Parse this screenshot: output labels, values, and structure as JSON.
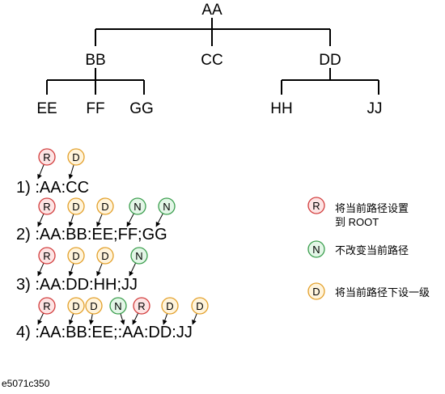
{
  "tree": {
    "root": "AA",
    "level1": [
      "BB",
      "CC",
      "DD"
    ],
    "bb_children": [
      "EE",
      "FF",
      "GG"
    ],
    "dd_children": [
      "HH",
      "JJ"
    ]
  },
  "markers": {
    "R": "R",
    "D": "D",
    "N": "N"
  },
  "commands": [
    {
      "text": "1) :AA:CC"
    },
    {
      "text": "2) :AA:BB:EE;FF;GG"
    },
    {
      "text": "3) :AA:DD:HH;JJ"
    },
    {
      "text": "4) :AA:BB:EE;:AA:DD:JJ"
    }
  ],
  "legend": [
    {
      "key": "R",
      "lines": [
        "将当前路径设置",
        "到 ROOT"
      ]
    },
    {
      "key": "N",
      "lines": [
        "不改变当前路径"
      ]
    },
    {
      "key": "D",
      "lines": [
        "将当前路径下设一级"
      ]
    }
  ],
  "figure_id": "e5071c350",
  "colors": {
    "R_fill": "#fde4e4",
    "R_stroke": "#d23c3c",
    "D_fill": "#fff4dc",
    "D_stroke": "#e3a02a",
    "N_fill": "#e3f6e7",
    "N_stroke": "#3a9e4d"
  }
}
